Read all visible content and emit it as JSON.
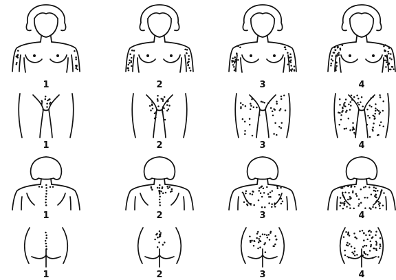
{
  "colors": {
    "ink": "#111111",
    "background": "#ffffff"
  },
  "rows": [
    {
      "labels": [
        "1",
        "2",
        "3",
        "4"
      ]
    },
    {
      "labels": [
        "1",
        "2",
        "3",
        "4"
      ]
    },
    {
      "labels": [
        "1",
        "2",
        "3",
        "4"
      ]
    },
    {
      "labels": [
        "1",
        "2",
        "3",
        "4"
      ]
    }
  ]
}
